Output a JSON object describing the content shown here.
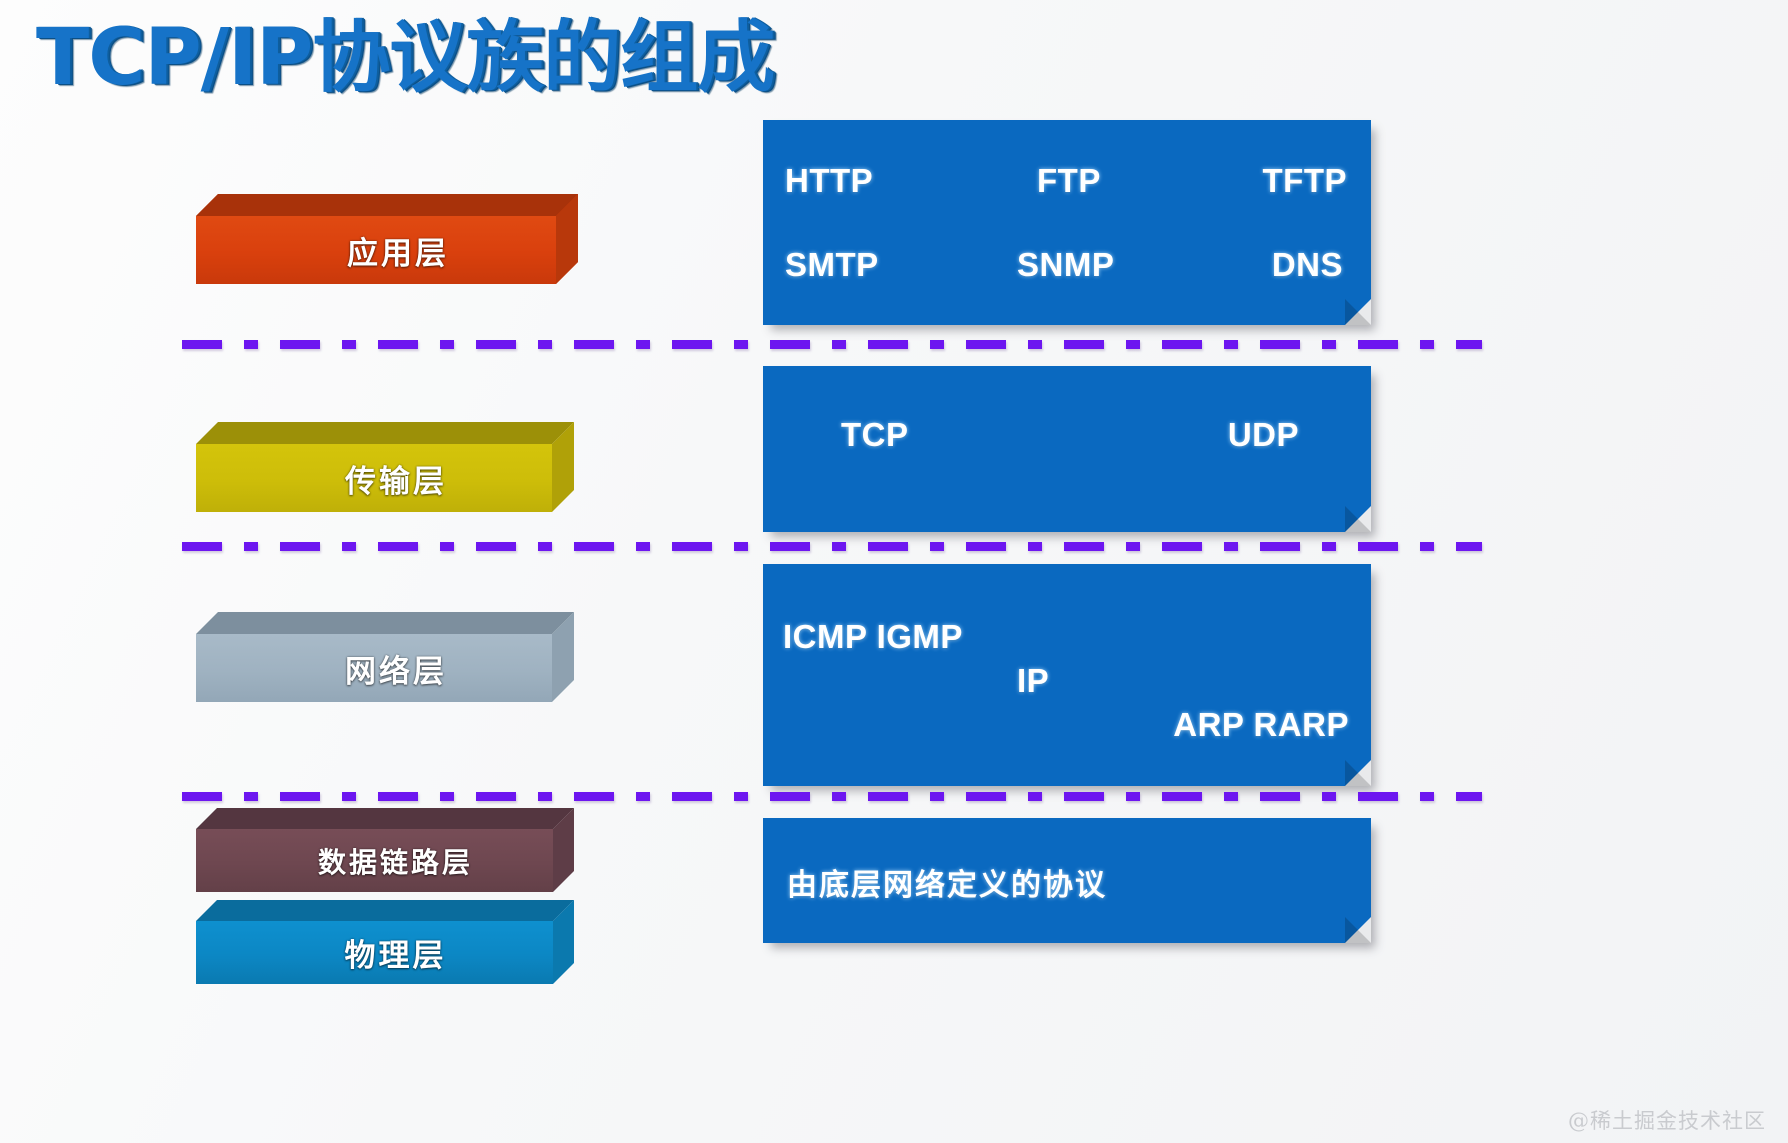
{
  "slide": {
    "title": "TCP/IP协议族的组成",
    "watermark": "@稀土掘金技术社区",
    "title_color": "#1673c8",
    "protocol_box_color": "#0a69c0",
    "divider_color": "#6d16f0"
  },
  "layers": [
    {
      "name": "application",
      "label": "应用层",
      "color": "#d9400d",
      "top_color": "#a8320a",
      "side_color": "#c03a0c"
    },
    {
      "name": "transport",
      "label": "传输层",
      "color": "#cdbd09",
      "top_color": "#9c9008",
      "side_color": "#b0a108"
    },
    {
      "name": "network",
      "label": "网络层",
      "color": "#9fb2c1",
      "top_color": "#7d8f9e",
      "side_color": "#8ea1b0"
    },
    {
      "name": "data-link",
      "label": "数据链路层",
      "color": "#6e4750",
      "top_color": "#543640",
      "side_color": "#5e3d47"
    },
    {
      "name": "physical",
      "label": "物理层",
      "color": "#0c87c4",
      "top_color": "#0a6c9d",
      "side_color": "#0b79ae"
    }
  ],
  "protocol_boxes": [
    {
      "name": "application-protocols",
      "layer": "应用层",
      "items": [
        "HTTP",
        "FTP",
        "TFTP",
        "SMTP",
        "SNMP",
        "DNS"
      ]
    },
    {
      "name": "transport-protocols",
      "layer": "传输层",
      "items": [
        "TCP",
        "UDP"
      ]
    },
    {
      "name": "network-protocols",
      "layer": "网络层",
      "items": [
        "ICMP  IGMP",
        "IP",
        "ARP  RARP"
      ]
    },
    {
      "name": "link-physical-protocols",
      "layer": "数据链路层/物理层",
      "items": [
        "由底层网络定义的协议"
      ]
    }
  ],
  "protocols": {
    "http": "HTTP",
    "ftp": "FTP",
    "tftp": "TFTP",
    "smtp": "SMTP",
    "snmp": "SNMP",
    "dns": "DNS",
    "tcp": "TCP",
    "udp": "UDP",
    "icmp_igmp": "ICMP  IGMP",
    "ip": "IP",
    "arp_rarp": "ARP  RARP",
    "underlying": "由底层网络定义的协议"
  },
  "dividers": [
    {
      "name": "divider-app-transport"
    },
    {
      "name": "divider-transport-network"
    },
    {
      "name": "divider-network-link"
    }
  ]
}
